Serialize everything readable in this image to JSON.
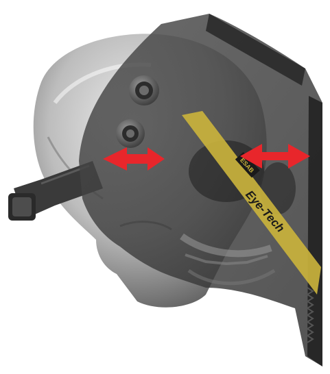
{
  "image": {
    "subject": "welding-helmet-over-skull-illustration",
    "brand_label": "Eye-Tech",
    "logo_label": "ESAB",
    "colors": {
      "helmet_shell": "#3d3d3d",
      "stripe": "#c9b23c",
      "arrow": "#e8262b",
      "skull_light": "#d9d9d9",
      "skull_dark": "#6b6b6b"
    },
    "icons": [
      "adjust-knob-icon",
      "adjust-knob-icon",
      "double-arrow-icon",
      "double-arrow-icon"
    ]
  }
}
